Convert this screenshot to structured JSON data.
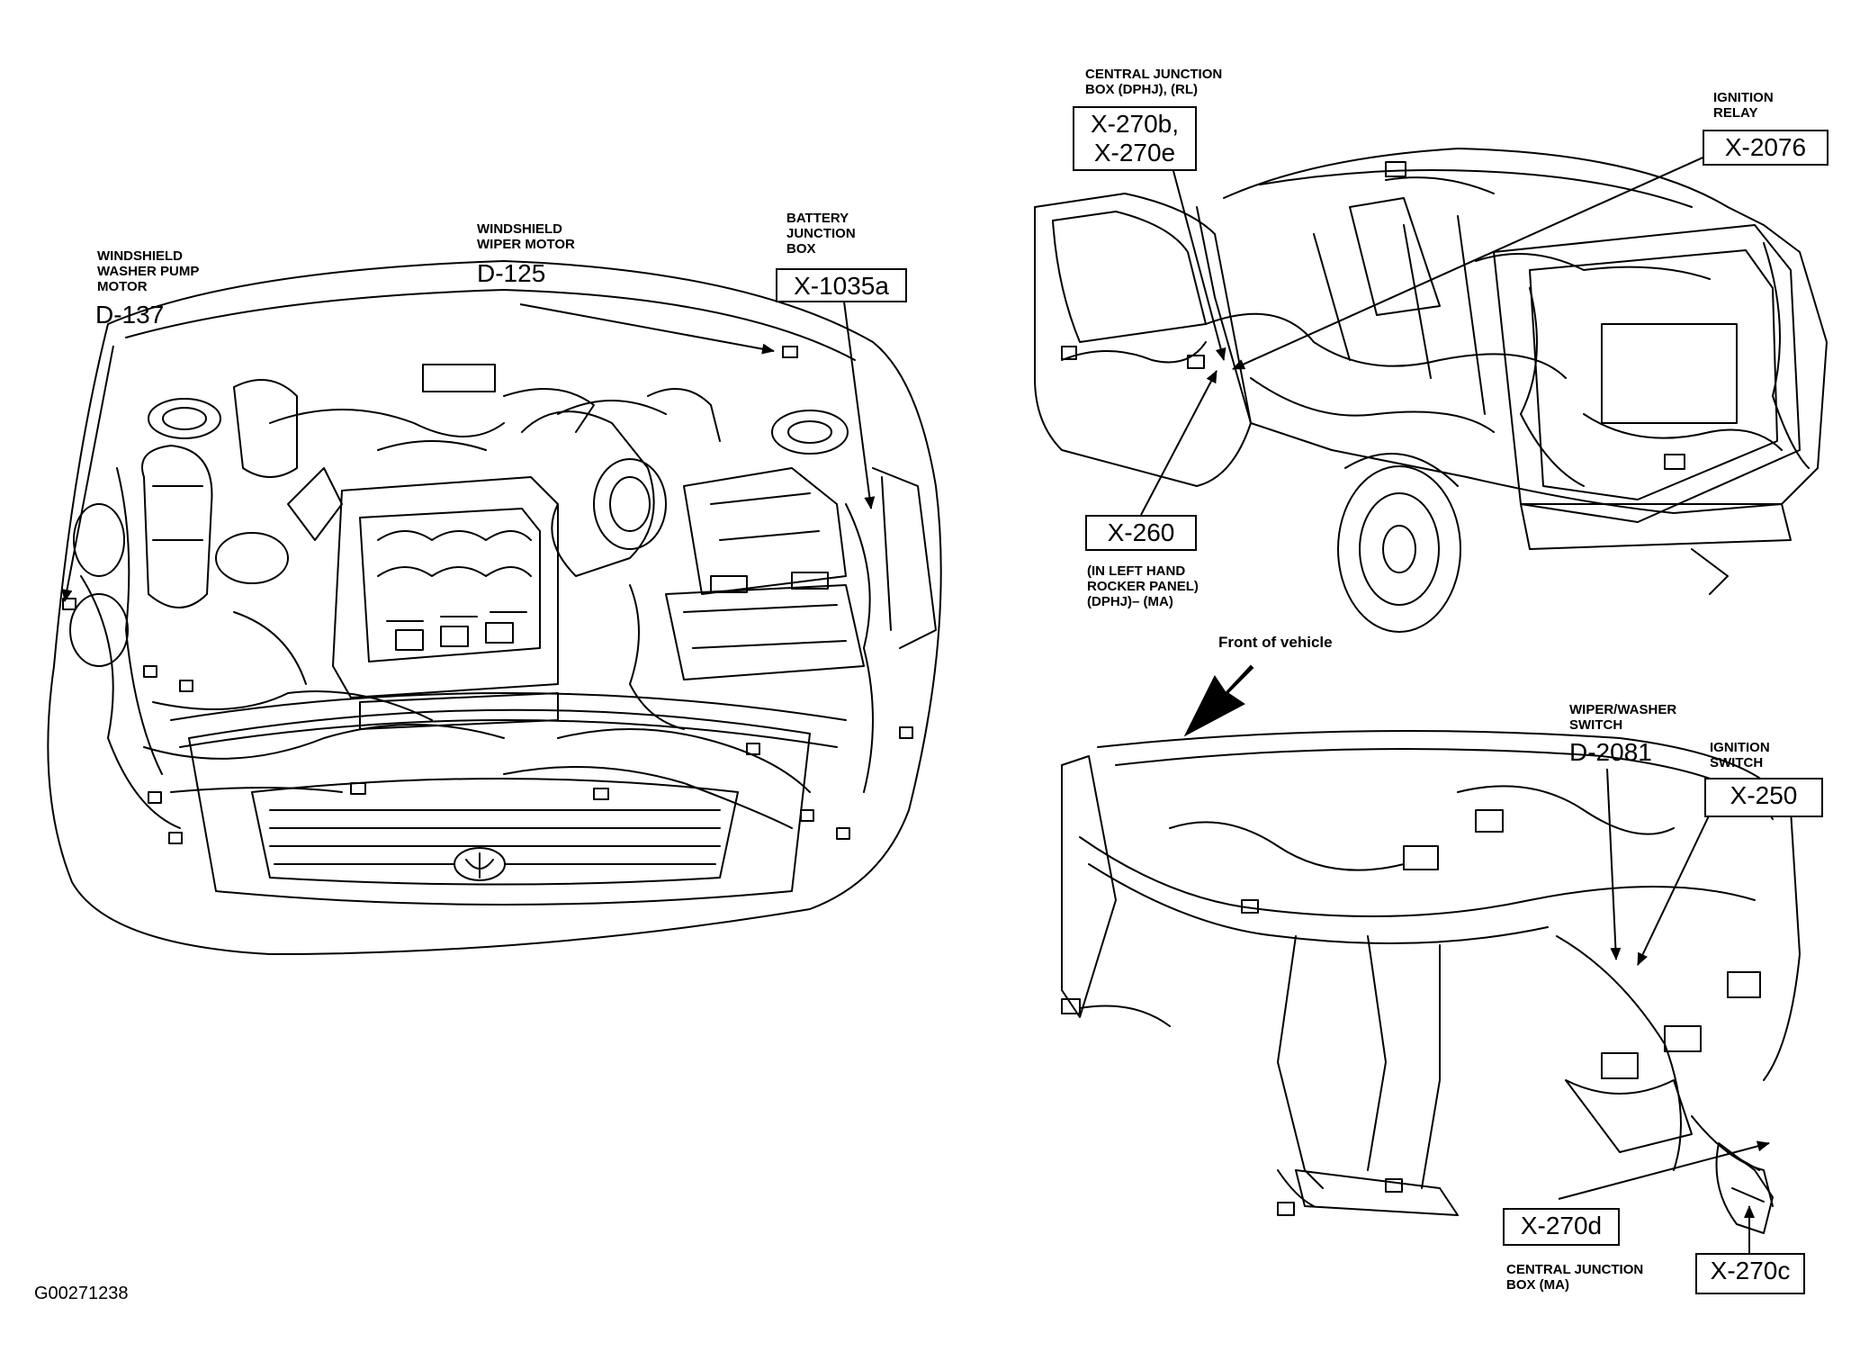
{
  "figure_id": "G00271238",
  "front_of_vehicle": "Front of vehicle",
  "engine_bay": {
    "washer_pump": {
      "label": "WINDSHIELD\nWASHER PUMP\nMOTOR",
      "code": "D-137"
    },
    "wiper_motor": {
      "label": "WINDSHIELD\nWIPER MOTOR",
      "code": "D-125"
    },
    "battery_junction": {
      "label": "BATTERY\nJUNCTION\nBOX",
      "code": "X-1035a"
    }
  },
  "vehicle_body": {
    "central_junction_top": {
      "label": "CENTRAL JUNCTION\nBOX (DPHJ), (RL)",
      "code": "X-270b,\nX-270e"
    },
    "ignition_relay": {
      "label": "IGNITION\nRELAY",
      "code": "X-2076"
    },
    "rocker_panel": {
      "code": "X-260",
      "label": "(IN LEFT HAND\nROCKER PANEL)\n(DPHJ)– (MA)"
    }
  },
  "instrument_panel": {
    "wiper_switch": {
      "label": "WIPER/WASHER\nSWITCH",
      "code": "D-2081"
    },
    "ignition_switch": {
      "label": "IGNITION\nSWITCH",
      "code": "X-250"
    },
    "central_junction_bottom": {
      "code": "X-270d",
      "label": "CENTRAL JUNCTION\nBOX (MA)"
    },
    "connector_c": {
      "code": "X-270c"
    }
  }
}
